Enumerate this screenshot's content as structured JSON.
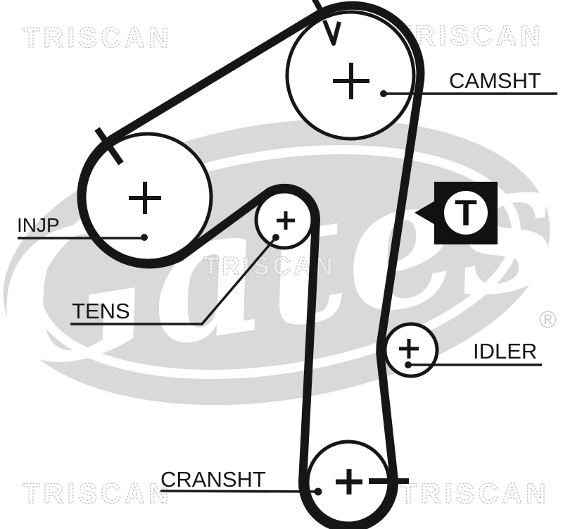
{
  "diagram": {
    "title": "timing-belt-routing-diagram",
    "pulleys": [
      {
        "id": "camshaft",
        "label": "CAMSHT"
      },
      {
        "id": "injection-pump",
        "label": "INJP"
      },
      {
        "id": "tensioner",
        "label": "TENS"
      },
      {
        "id": "idler",
        "label": "IDLER"
      },
      {
        "id": "crankshaft",
        "label": "CRANSHT"
      }
    ],
    "tension_marker": {
      "label": "T"
    }
  },
  "watermarks": {
    "brand": "TRISCAN",
    "logo_text": "Gates",
    "registered": "®"
  },
  "colors": {
    "belt": "#161616",
    "line": "#1a1a1a",
    "watermark_outline": "#bdbdbd",
    "logo_gray": "#d9d9d9",
    "background": "#ffffff"
  }
}
